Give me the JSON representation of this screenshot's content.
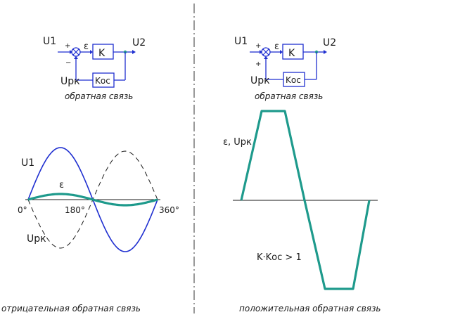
{
  "left": {
    "diagram": {
      "input": "U1",
      "output": "U2",
      "error": "ε",
      "gain": "K",
      "feedback_block": "Kос",
      "feedback_signal": "Uрк",
      "sign_top": "+",
      "sign_bottom": "−",
      "caption": "обратная связь"
    },
    "plot": {
      "u1": "U1",
      "eps": "ε",
      "urk": "Uрк",
      "tick0": "0°",
      "tick180": "180°",
      "tick360": "360°"
    },
    "caption": "отрицательная обратная связь"
  },
  "right": {
    "diagram": {
      "input": "U1",
      "output": "U2",
      "error": "ε",
      "gain": "K",
      "feedback_block": "Kос",
      "feedback_signal": "Uрк",
      "sign_top": "+",
      "sign_bottom": "+",
      "caption": "обратная связь"
    },
    "plot": {
      "eps_urk": "ε, Uрк",
      "condition": "K·Kос > 1"
    },
    "caption": "положительная обратная связь"
  },
  "colors": {
    "blue": "#1f2fd0",
    "teal": "#1e9a8c",
    "ink": "#1a1a1a"
  }
}
